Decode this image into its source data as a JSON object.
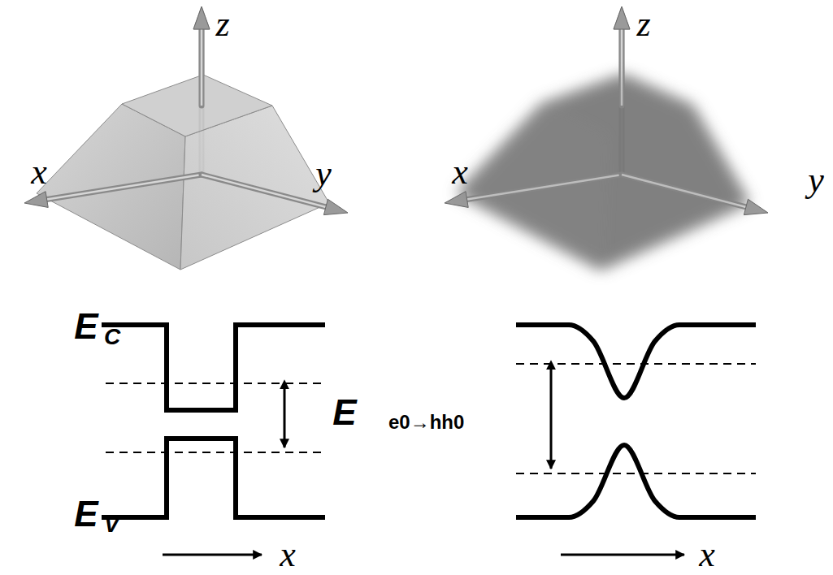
{
  "diagram": {
    "labels": [
      "z",
      "x",
      "y",
      "z",
      "x",
      "y",
      "E",
      "C",
      "E",
      "e0→hh0",
      "E",
      "V",
      "x",
      "x"
    ]
  }
}
